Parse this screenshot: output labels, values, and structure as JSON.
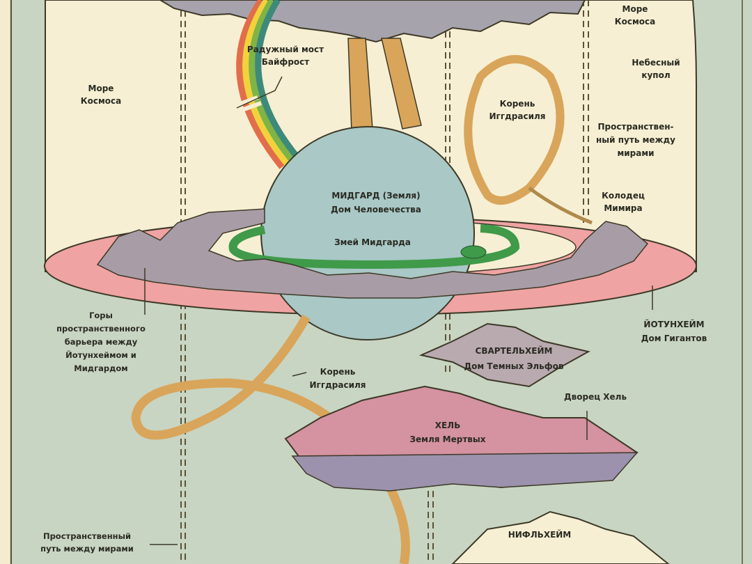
{
  "colors": {
    "background": "#c8d5c3",
    "dome": "#f6efd3",
    "midgard": "#a9c8c6",
    "jotunheim_disk": "#efa3a2",
    "mountains": "#a89da6",
    "serpent": "#3f9a4a",
    "root": "#d9a55a",
    "hel": "#d592a0",
    "hel_shadow": "#9c92ad",
    "niflheim": "#f6efd3"
  },
  "labels": {
    "sea_of_cosmos_left": [
      "Море",
      "Космоса"
    ],
    "sea_of_cosmos_right": [
      "Море",
      "Космоса"
    ],
    "bifrost": [
      "Радужный мост",
      "Байфрост"
    ],
    "heavenly_dome": [
      "Небесный",
      "купол"
    ],
    "root_upper": [
      "Корень",
      "Иггдрасиля"
    ],
    "space_path_upper": [
      "Пространствен-",
      "ный путь между",
      "мирами"
    ],
    "mimir_well": [
      "Колодец",
      "Мимира"
    ],
    "midgard": [
      "МИДГАРД (Земля)",
      "Дом Человечества"
    ],
    "serpent": "Змей Мидгарда",
    "barrier_mountains": [
      "Горы",
      "пространственного",
      "барьера между",
      "Йотунхеймом и",
      "Мидгардом"
    ],
    "jotunheim": [
      "ЙОТУНХЕЙМ",
      "Дом Гигантов"
    ],
    "svartalfheim": [
      "СВАРТЕЛЬХЕЙМ",
      "Дом Темных Эльфов"
    ],
    "root_lower": [
      "Корень",
      "Иггдрасиля"
    ],
    "hel_palace": "Дворец Хель",
    "hel": [
      "ХЕЛЬ",
      "Земля Мертвых"
    ],
    "space_path_lower": [
      "Пространственный",
      "путь между мирами"
    ],
    "niflheim": "НИФЛЬХЕЙМ"
  }
}
